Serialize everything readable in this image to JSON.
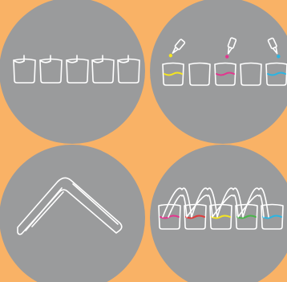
{
  "colors": {
    "background": "#f9b266",
    "circle": "#9a9b9c",
    "line": "#ffffff",
    "yellow": "#f4e521",
    "magenta": "#e3368f",
    "cyan": "#2ab5e3",
    "green": "#49b749",
    "red": "#e13a3a"
  },
  "panels": [
    {
      "name": "panel-step-1-candles",
      "icons": [
        "candle-icon",
        "candle-icon",
        "candle-icon",
        "candle-icon",
        "candle-icon"
      ]
    },
    {
      "name": "panel-step-2-dye-drops",
      "icons": [
        "yellow-dropper-icon",
        "magenta-dropper-icon",
        "cyan-dropper-icon"
      ],
      "cup_liquid_colors": [
        "yellow",
        "none",
        "magenta",
        "none",
        "cyan"
      ]
    },
    {
      "name": "panel-step-3-folded-paper",
      "icons": [
        "folded-paper-towel-icon"
      ]
    },
    {
      "name": "panel-step-4-color-wicking",
      "icons": [
        "wicking-paper-towel-icon"
      ],
      "cup_liquid_colors": [
        "magenta",
        "red",
        "yellow",
        "green",
        "cyan"
      ]
    }
  ]
}
